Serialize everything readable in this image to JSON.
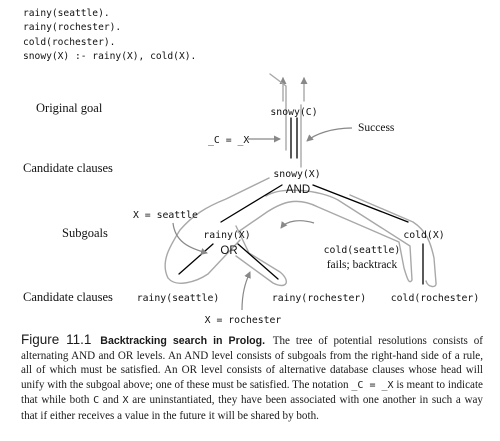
{
  "code_lines": [
    "rainy(seattle).",
    "rainy(rochester).",
    "cold(rochester).",
    "snowy(X) :- rainy(X), cold(X)."
  ],
  "levels": {
    "original_goal": "Original goal",
    "candidate_clauses_top": "Candidate clauses",
    "subgoals": "Subgoals",
    "candidate_clauses_bottom": "Candidate clauses"
  },
  "nodes": {
    "snowy_c": "snowy(C)",
    "snowy_x": "snowy(X)",
    "rainy_x": "rainy(X)",
    "cold_x": "cold(X)",
    "rainy_seattle": "rainy(seattle)",
    "rainy_rochester": "rainy(rochester)",
    "cold_rochester": "cold(rochester)"
  },
  "labels": {
    "and": "AND",
    "or": "OR",
    "success": "Success",
    "binding_c_x": "_C = _X",
    "x_seattle": "X = seattle",
    "x_rochester": "X = rochester",
    "cold_seattle": "cold(seattle)",
    "fails_backtrack": "fails; backtrack"
  },
  "caption": {
    "figure_number": "Figure 11.1",
    "title": "Backtracking search in Prolog.",
    "text_1": "The tree of potential resolutions consists of alternating AND and OR levels. An AND level consists of subgoals from the right-hand side of a rule, all of which must be satisfied. An OR level consists of alternative database clauses whose head will unify with the subgoal above; one of these must be satisfied. The notation",
    "notation": "_C = _X",
    "text_2": "is meant to indicate that while both",
    "var_c": "C",
    "text_3": "and",
    "var_x": "X",
    "text_4": "are uninstantiated, they have been associated with one another in such a way that if either receives a value in the future it will be shared by both."
  }
}
